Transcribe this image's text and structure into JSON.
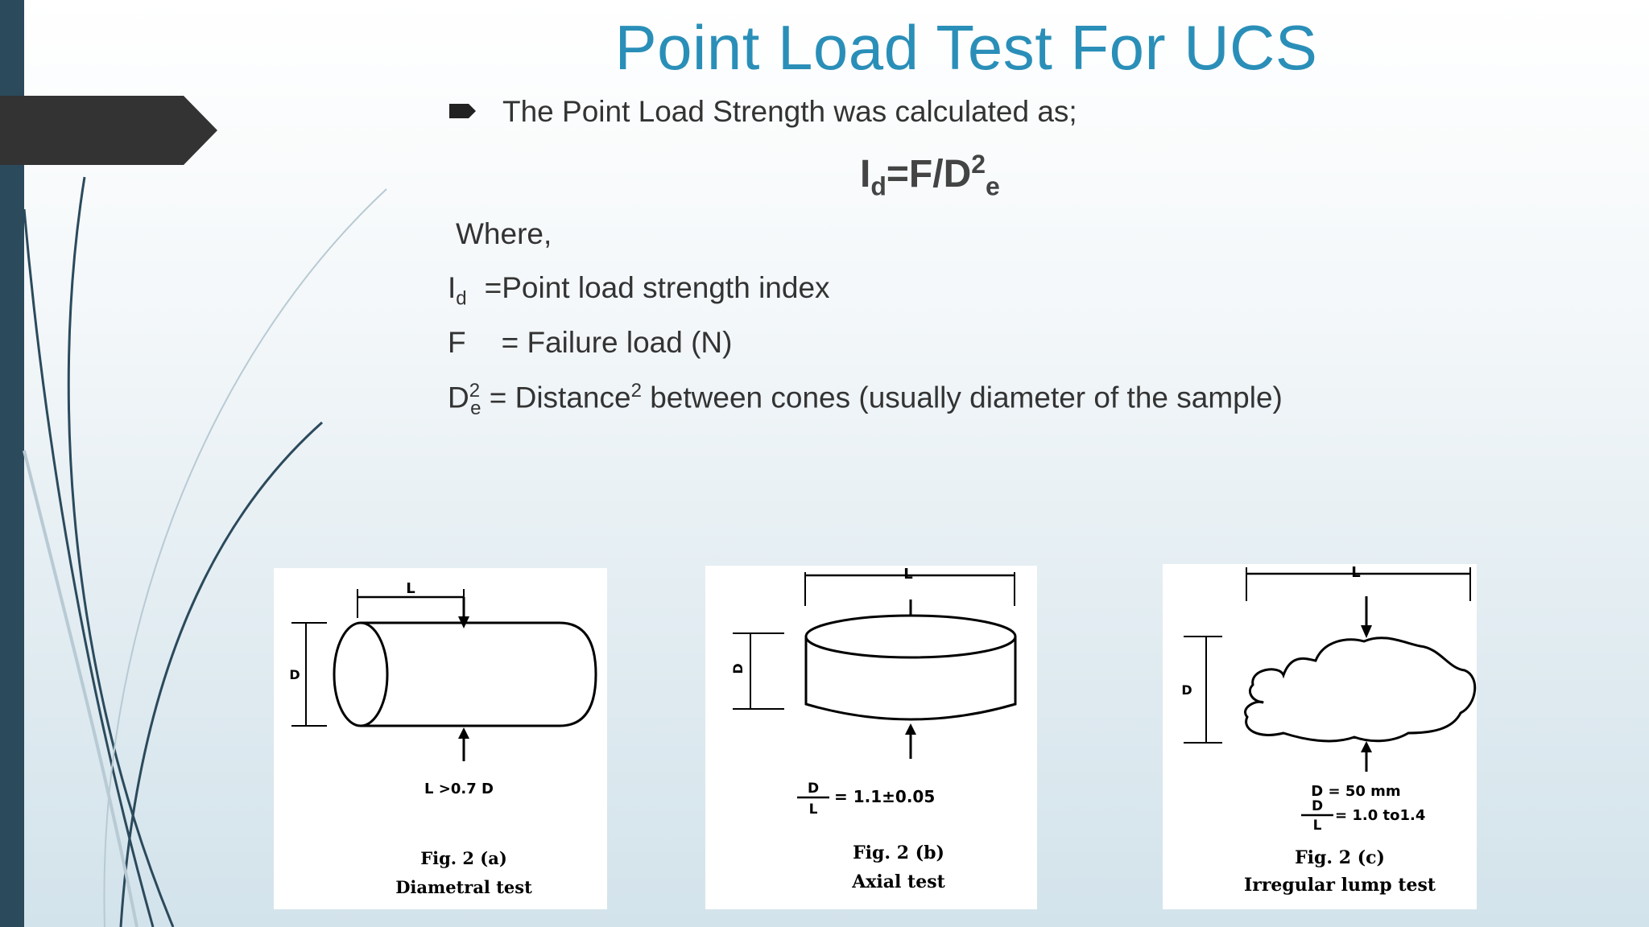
{
  "slide": {
    "title": "Point Load Test For UCS",
    "bullet": "The Point Load Strength was calculated as;",
    "formula": {
      "lhs": "I",
      "lhs_sub": "d",
      "mid": "=F/D",
      "sup": "2",
      "sub": "e"
    },
    "where": "Where,",
    "definitions": [
      {
        "symbol": "I",
        "sub": "d",
        "text": "=Point load strength index"
      },
      {
        "symbol": "F",
        "text": "= Failure load (N)"
      },
      {
        "symbol": "D",
        "sup": "2",
        "sub": "e",
        "text_a": " = Distance",
        "text_sup": "2",
        "text_b": " between cones (usually diameter of the sample)"
      }
    ]
  },
  "figures": [
    {
      "label_L": "L",
      "label_D": "D",
      "condition": "L >0.7 D",
      "caption": "Fig. 2 (a)",
      "name": "Diametral  test"
    },
    {
      "label_L": "L",
      "label_D": "D",
      "ratio_num": "D",
      "ratio_den": "L",
      "ratio_value": "= 1.1±0.05",
      "caption": "Fig.  2 (b)",
      "name": "Axial  test"
    },
    {
      "label_L": "L",
      "label_D": "D",
      "condition": "D = 50 mm",
      "ratio_num": "D",
      "ratio_den": "L",
      "ratio_value": "= 1.0  to1.4",
      "caption": "Fig.  2 (c)",
      "name": "Irregular  lump  test"
    }
  ],
  "colors": {
    "title": "#2a8fb8",
    "left_bar": "#2b4a5c",
    "arrow_tab": "#333333"
  },
  "icons": {
    "bullet": "arrow-bullet-icon"
  }
}
